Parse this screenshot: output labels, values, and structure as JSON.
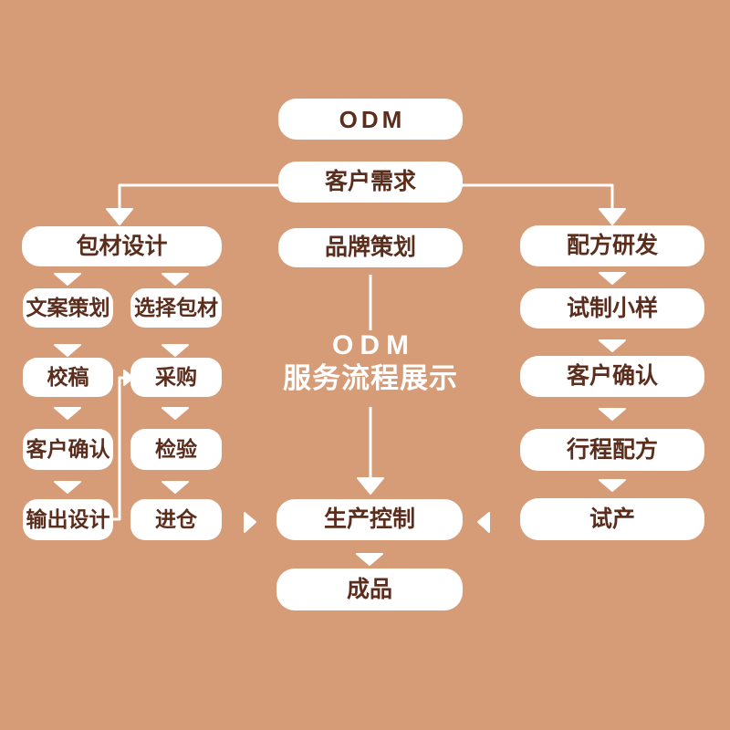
{
  "colors": {
    "background": "#d69c78",
    "box-bg": "#ffffff",
    "box-text": "#5a2d1d",
    "connector": "#ffffff",
    "title-text": "#ffffff"
  },
  "title": {
    "line1": "ODM",
    "line2": "服务流程展示"
  },
  "nodes": {
    "odm": "ODM",
    "customer_needs": "客户需求",
    "packaging_design": "包材设计",
    "copywriting": "文案策划",
    "select_packaging": "选择包材",
    "proofreading": "校稿",
    "purchasing": "采购",
    "customer_confirm_left": "客户确认",
    "inspection": "检验",
    "output_design": "输出设计",
    "warehousing": "进仓",
    "brand_planning": "品牌策划",
    "production_control": "生产控制",
    "finished_product": "成品",
    "formula_rd": "配方研发",
    "trial_sample": "试制小样",
    "customer_confirm_right": "客户确认",
    "formula_schedule": "行程配方",
    "trial_production": "试产"
  }
}
